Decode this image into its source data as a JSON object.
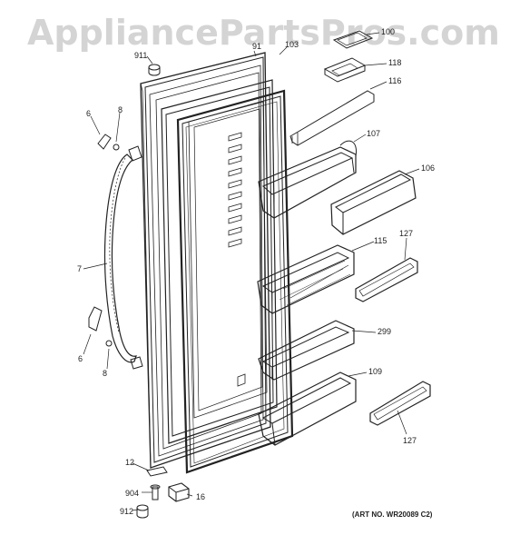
{
  "watermark": "AppliancePartsPros.com",
  "art_number": "(ART NO. WR20089 C2)",
  "callouts": {
    "c911": "911",
    "c91x": "91",
    "c103": "103",
    "c100": "100",
    "c118": "118",
    "c116": "116",
    "c107": "107",
    "c106": "106",
    "c115": "115",
    "c127a": "127",
    "c299": "299",
    "c109": "109",
    "c127b": "127",
    "c6a": "6",
    "c8a": "8",
    "c7": "7",
    "c6b": "6",
    "c8b": "8",
    "c12": "12",
    "c904": "904",
    "c16": "16",
    "c912": "912"
  }
}
